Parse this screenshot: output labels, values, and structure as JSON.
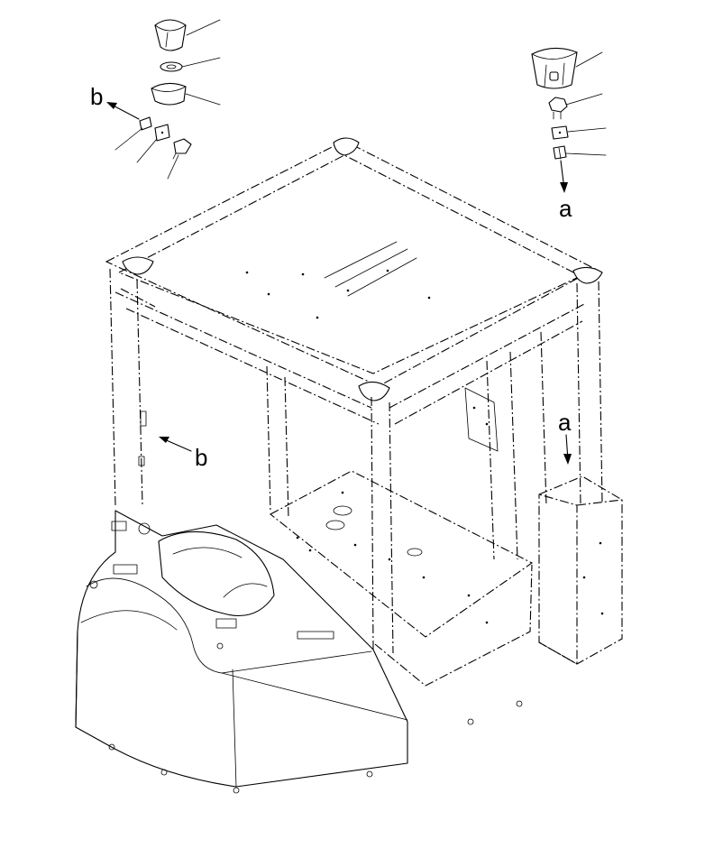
{
  "labels": {
    "top_left_b": "b",
    "top_right_a": "a",
    "cab_a": "a",
    "cab_b": "b"
  },
  "colors": {
    "line": "#000000",
    "background": "#ffffff"
  }
}
